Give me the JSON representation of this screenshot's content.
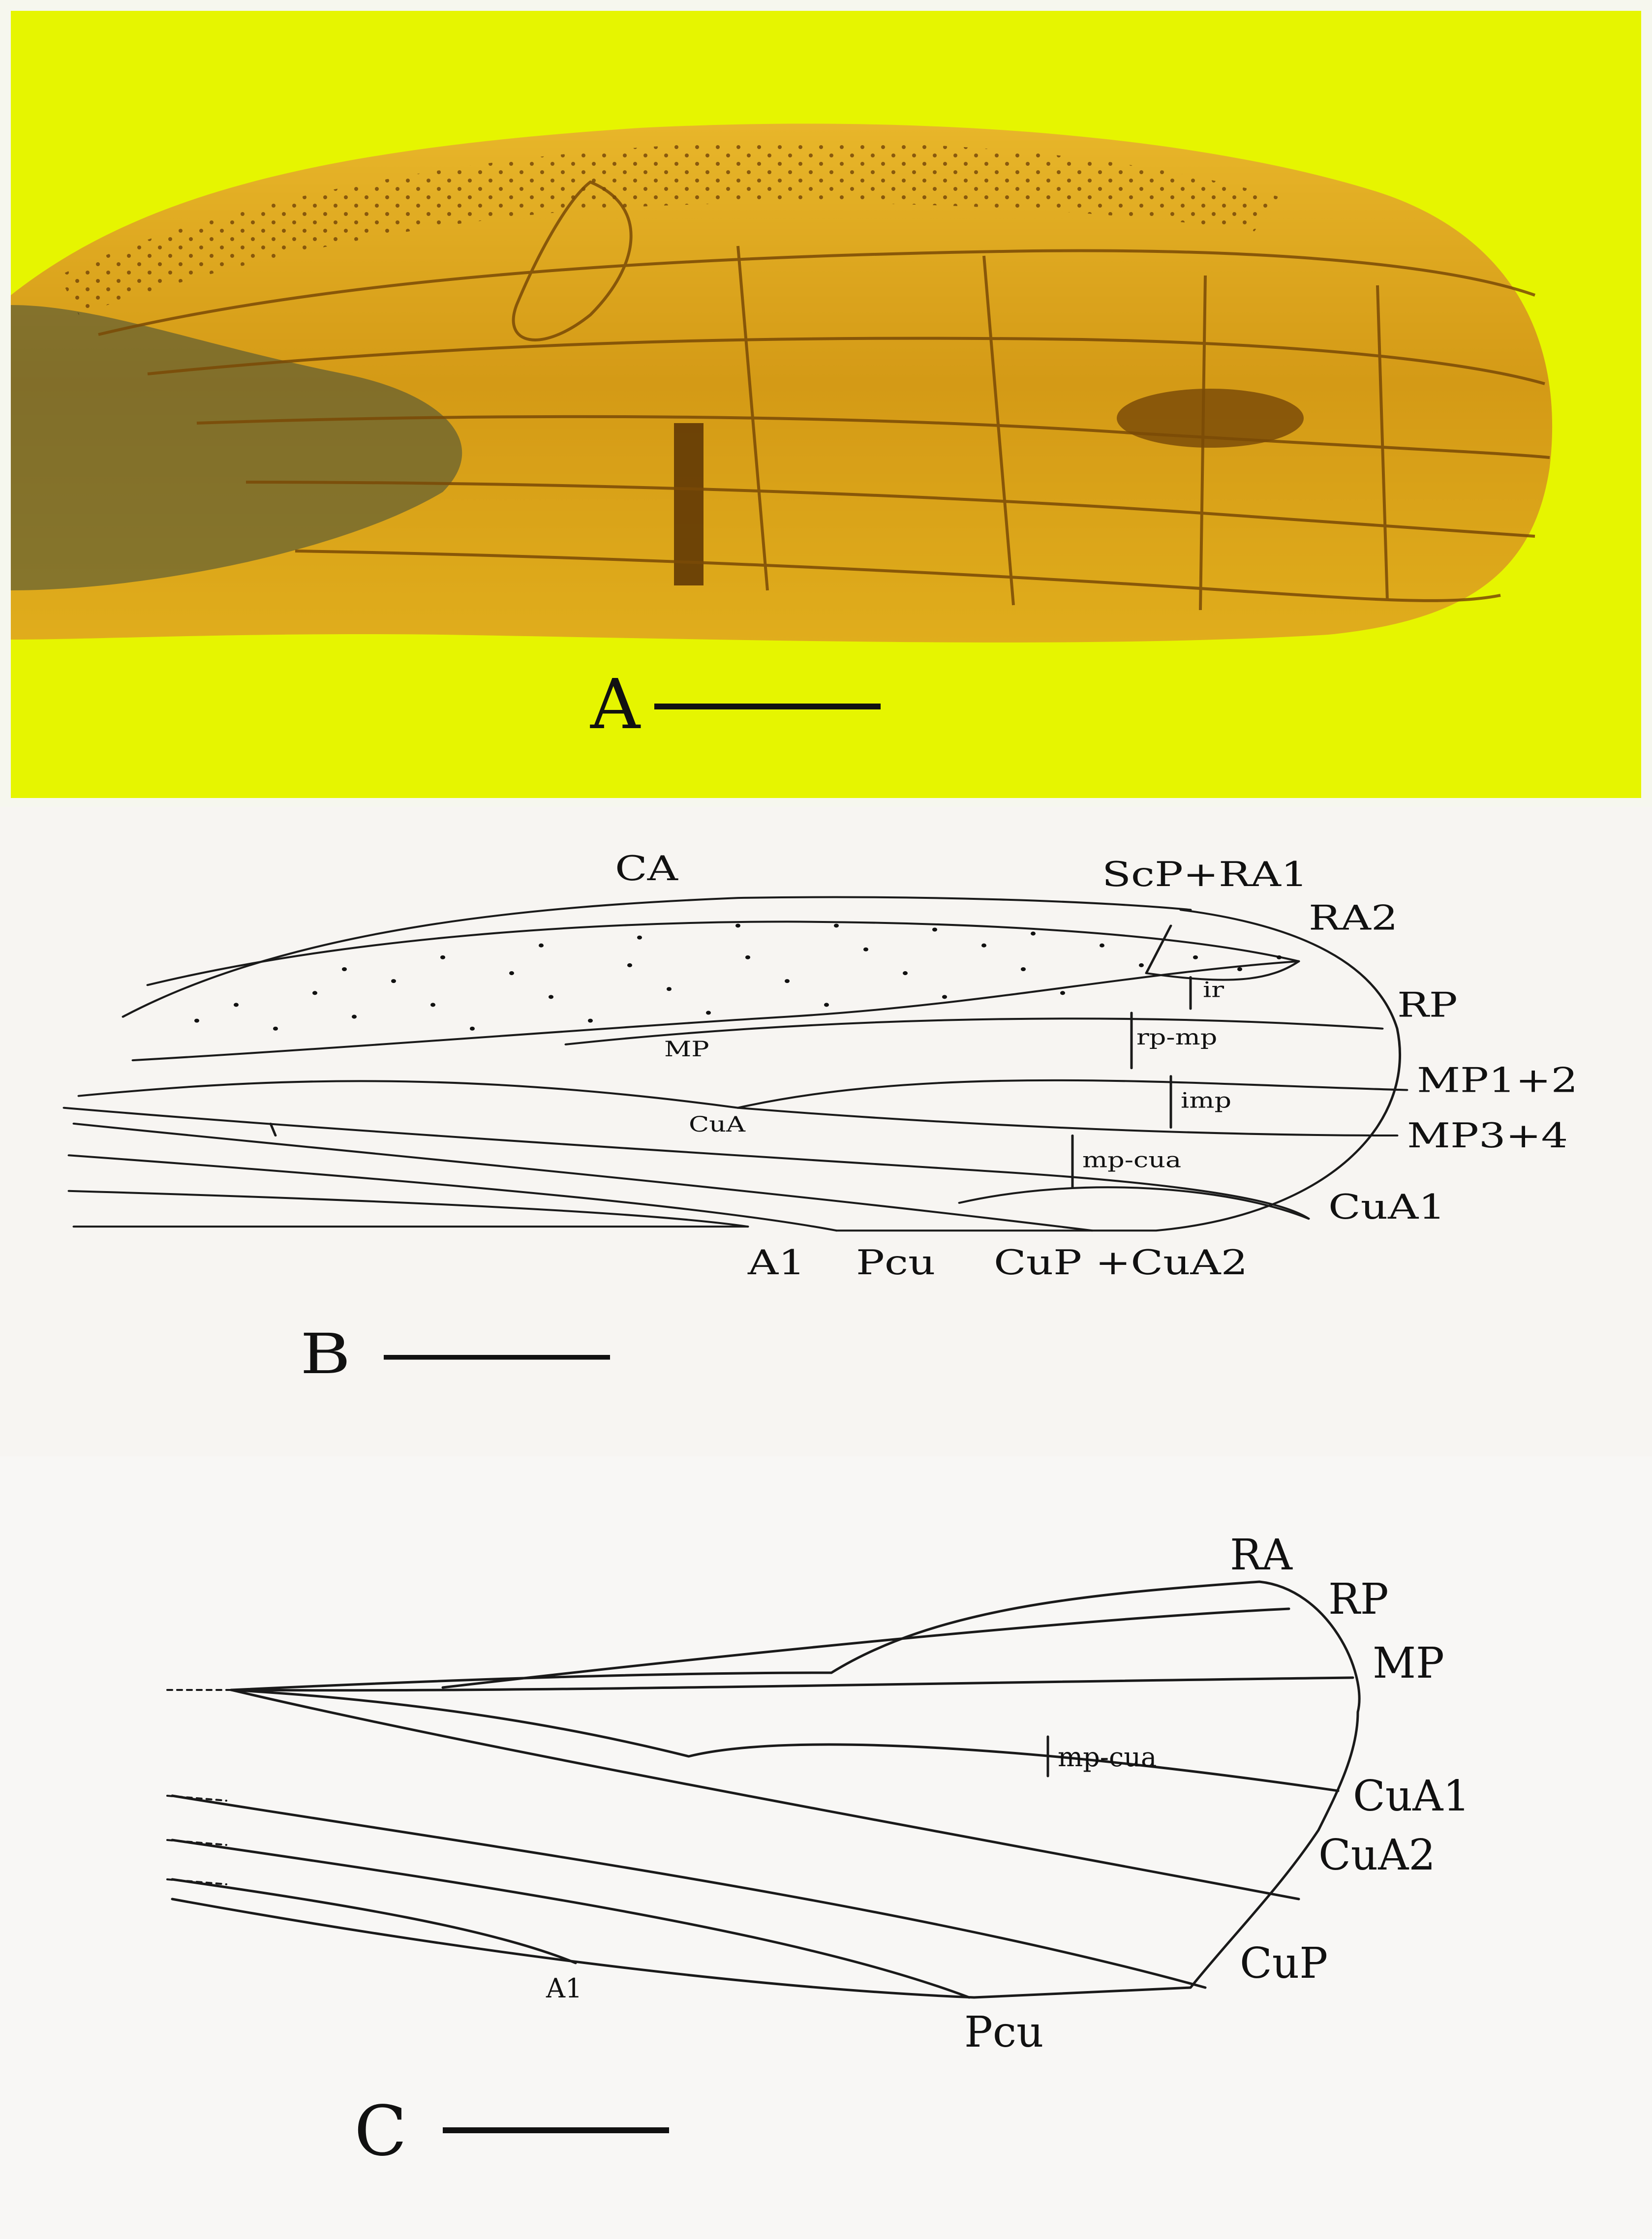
{
  "panel_a": {
    "letter": "A",
    "colors": {
      "matrix": "#e6f500",
      "amber": "#d9a21a",
      "dark_amber": "#7a4a06"
    }
  },
  "panel_b": {
    "letter": "B",
    "labels": {
      "ca": "CA",
      "scp_ra1": "ScP+RA1",
      "ra2": "RA2",
      "ir": "ir",
      "rp": "RP",
      "rp_mp": "rp-mp",
      "mp": "MP",
      "mp12": "MP1+2",
      "imp": "imp",
      "cua": "CuA",
      "mp34": "MP3+4",
      "mp_cua": "mp-cua",
      "cua1": "CuA1",
      "a1": "A1",
      "pcu": "Pcu",
      "cup_cua2": "CuP +CuA2"
    }
  },
  "panel_c": {
    "letter": "C",
    "labels": {
      "ra": "RA",
      "rp": "RP",
      "mp": "MP",
      "mp_cua": "mp-cua",
      "cua1": "CuA1",
      "cua2": "CuA2",
      "cup": "CuP",
      "a1": "A1",
      "pcu": "Pcu"
    }
  }
}
